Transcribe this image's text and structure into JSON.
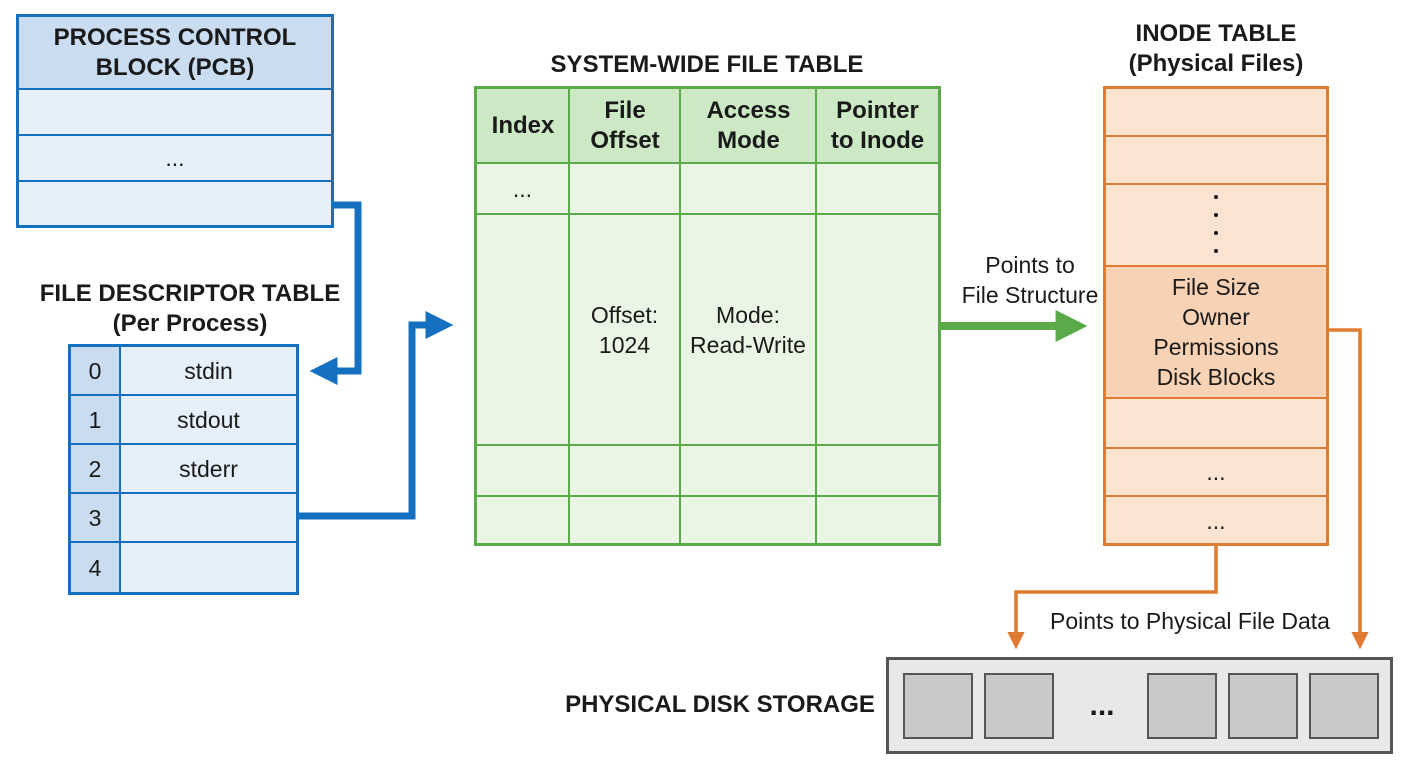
{
  "pcb": {
    "title_line1": "PROCESS CONTROL",
    "title_line2": "BLOCK (PCB)",
    "ellipsis": "..."
  },
  "fdt": {
    "title_line1": "FILE DESCRIPTOR TABLE",
    "title_line2": "(Per Process)",
    "rows": [
      {
        "index": "0",
        "value": "stdin"
      },
      {
        "index": "1",
        "value": "stdout"
      },
      {
        "index": "2",
        "value": "stderr"
      },
      {
        "index": "3",
        "value": ""
      },
      {
        "index": "4",
        "value": ""
      }
    ]
  },
  "swft": {
    "title": "SYSTEM-WIDE FILE TABLE",
    "headers": [
      {
        "line1": "Index",
        "line2": ""
      },
      {
        "line1": "File",
        "line2": "Offset"
      },
      {
        "line1": "Access",
        "line2": "Mode"
      },
      {
        "line1": "Pointer",
        "line2": "to Inode"
      }
    ],
    "ellipsis": "...",
    "offset_line1": "Offset:",
    "offset_line2": "1024",
    "mode_line1": "Mode:",
    "mode_line2": "Read-Write"
  },
  "arrow_label": {
    "line1": "Points to",
    "line2": "File Structure"
  },
  "inode": {
    "title_line1": "INODE TABLE",
    "title_line2": "(Physical Files)",
    "fields": [
      "File Size",
      "Owner",
      "Permissions",
      "Disk Blocks"
    ],
    "ellipsis_a": "...",
    "ellipsis_b": "..."
  },
  "physical_label": "Points to Physical File Data",
  "disk": {
    "title": "PHYSICAL DISK STORAGE",
    "ellipsis": "..."
  },
  "colors": {
    "blue": "#1570c0",
    "blue_fill": "#e6f0fa",
    "blue_header": "#c9dcf0",
    "green": "#5aaa4a",
    "green_fill": "#eaf5e5",
    "green_header": "#cde8c4",
    "orange": "#e07b30",
    "orange_fill": "#fbe4d2",
    "orange_highlight": "#f8d2b4",
    "gray": "#555555",
    "gray_fill": "#e8e8e8",
    "gray_block": "#c8c8c8"
  }
}
